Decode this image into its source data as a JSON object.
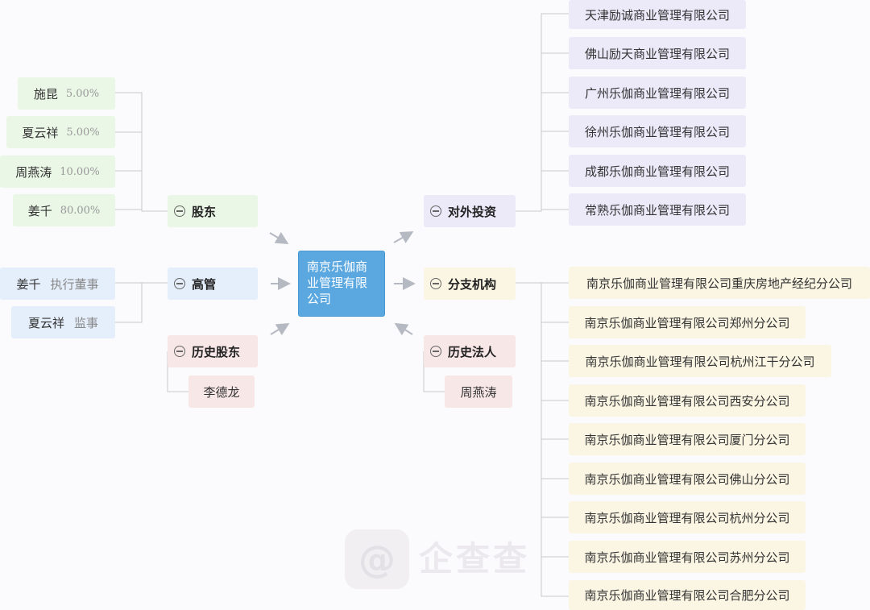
{
  "center": {
    "name": "南京乐伽商业管理有限公司"
  },
  "categories": {
    "shareholders": "股东",
    "executives": "高管",
    "history_shareholders": "历史股东",
    "investments": "对外投资",
    "branches": "分支机构",
    "history_legal": "历史法人"
  },
  "shareholders": [
    {
      "name": "施昆",
      "pct": "5.00%"
    },
    {
      "name": "夏云祥",
      "pct": "5.00%"
    },
    {
      "name": "周燕涛",
      "pct": "10.00%"
    },
    {
      "name": "姜千",
      "pct": "80.00%"
    }
  ],
  "executives": [
    {
      "name": "姜千",
      "role": "执行董事"
    },
    {
      "name": "夏云祥",
      "role": "监事"
    }
  ],
  "history_shareholders": [
    "李德龙"
  ],
  "history_legal": [
    "周燕涛"
  ],
  "investments": [
    "天津励诚商业管理有限公司",
    "佛山励天商业管理有限公司",
    "广州乐伽商业管理有限公司",
    "徐州乐伽商业管理有限公司",
    "成都乐伽商业管理有限公司",
    "常熟乐伽商业管理有限公司"
  ],
  "branches": [
    "南京乐伽商业管理有限公司重庆房地产经纪分公司",
    "南京乐伽商业管理有限公司郑州分公司",
    "南京乐伽商业管理有限公司杭州江干分公司",
    "南京乐伽商业管理有限公司西安分公司",
    "南京乐伽商业管理有限公司厦门分公司",
    "南京乐伽商业管理有限公司佛山分公司",
    "南京乐伽商业管理有限公司杭州分公司",
    "南京乐伽商业管理有限公司苏州分公司",
    "南京乐伽商业管理有限公司合肥分公司"
  ],
  "watermark": {
    "brand": "企查查"
  },
  "colors": {
    "center": "#5ba8e1",
    "shareholders": "#eaf6e6",
    "executives": "#e5eefb",
    "history": "#f8e7e7",
    "investments": "#ece9f9",
    "branches": "#fbf6e3"
  }
}
